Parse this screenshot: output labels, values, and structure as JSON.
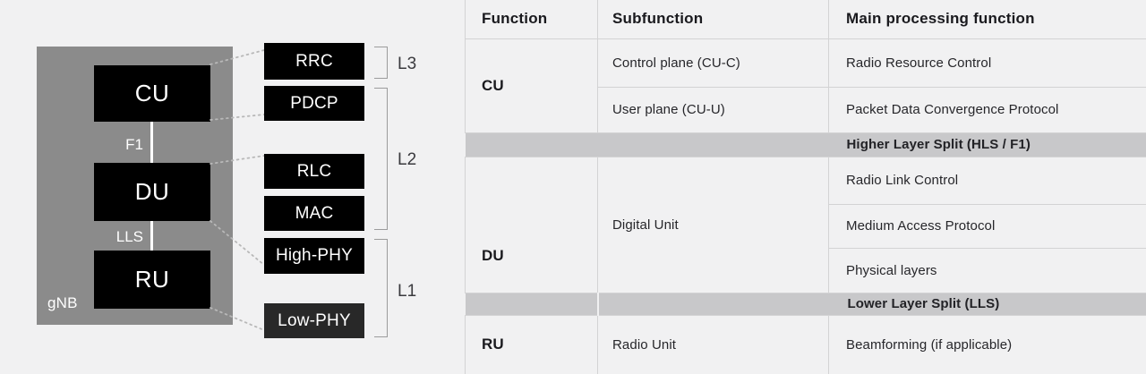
{
  "diagram": {
    "gnb_label": "gNB",
    "nodes": [
      {
        "label": "CU"
      },
      {
        "label": "DU"
      },
      {
        "label": "RU"
      }
    ],
    "interfaces": [
      {
        "label": "F1"
      },
      {
        "label": "LLS"
      }
    ],
    "protocol_boxes": [
      {
        "label": "RRC"
      },
      {
        "label": "PDCP"
      },
      {
        "label": "RLC"
      },
      {
        "label": "MAC"
      },
      {
        "label": "High-PHY"
      },
      {
        "label": "Low-PHY"
      }
    ],
    "layer_labels": [
      "L3",
      "L2",
      "L1"
    ]
  },
  "table": {
    "headers": [
      "Function",
      "Subfunction",
      "Main processing function"
    ],
    "cu": {
      "function": "CU",
      "rows": [
        {
          "sub": "Control plane (CU-C)",
          "main": "Radio Resource Control"
        },
        {
          "sub": "User plane (CU-U)",
          "main": "Packet Data Convergence Protocol"
        }
      ]
    },
    "hls_band": "Higher Layer Split (HLS / F1)",
    "du": {
      "function": "DU",
      "sub": "Digital Unit",
      "mains": [
        "Radio Link Control",
        "Medium Access Protocol",
        "Physical layers"
      ]
    },
    "lls_band": "Lower Layer Split (LLS)",
    "ru": {
      "function": "RU",
      "sub": "Radio Unit",
      "main": "Beamforming (if applicable)"
    }
  },
  "colors": {
    "background": "#f1f1f2",
    "gnb_box": "#8b8b8b",
    "node_black": "#000000",
    "low_phy_box": "#282828",
    "band_gray": "#c8c8ca",
    "table_border": "#d3d3d4",
    "bracket_gray": "#9c9c9c",
    "dotted_line": "#b8b8b8",
    "text_dark": "#26262a",
    "text_white": "#ffffff"
  }
}
